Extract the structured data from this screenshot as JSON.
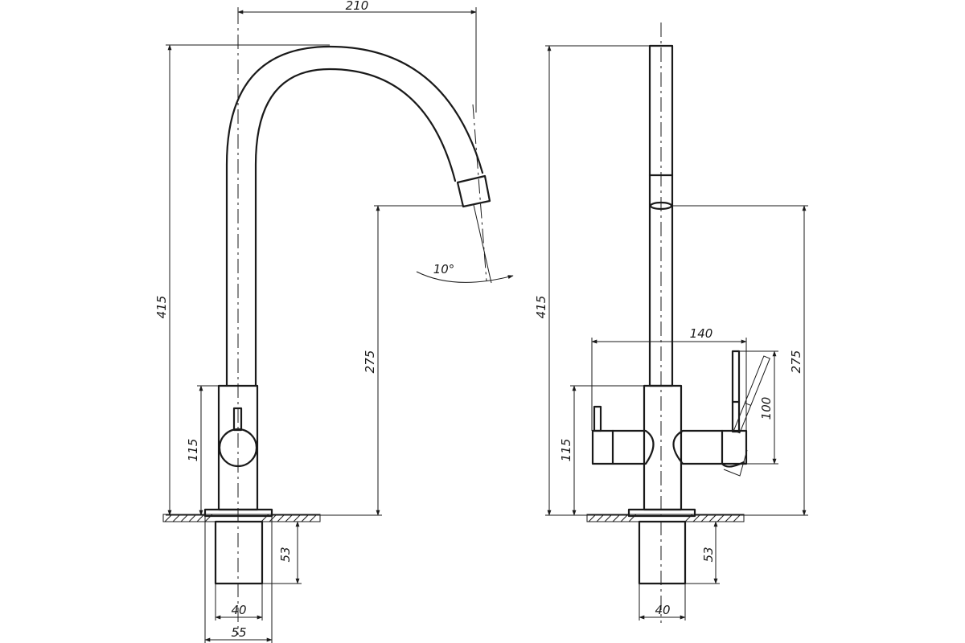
{
  "front_view": {
    "dims": {
      "width": "210",
      "height": "415",
      "spout_height": "275",
      "base_height": "115",
      "angle": "10°",
      "shank": "53",
      "shank_dia": "40",
      "base_dia": "55"
    }
  },
  "side_view": {
    "dims": {
      "height": "415",
      "spout_height": "275",
      "handles_span": "140",
      "lever": "100",
      "base_height": "115",
      "shank": "53",
      "shank_dia": "40"
    }
  }
}
